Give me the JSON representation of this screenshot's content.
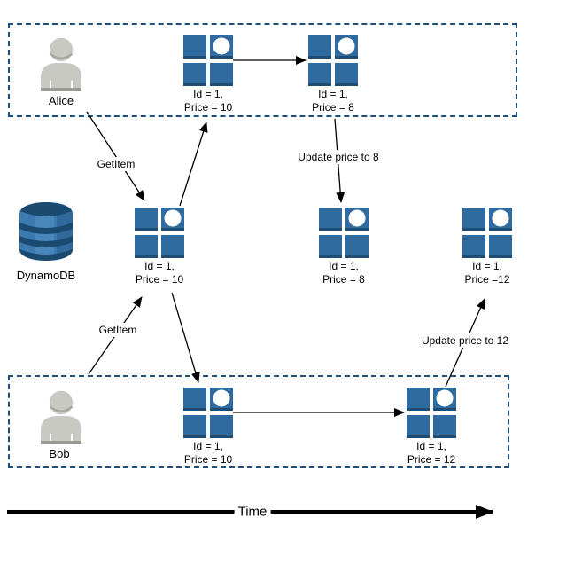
{
  "diagram": {
    "actors": {
      "alice": "Alice",
      "bob": "Bob",
      "db": "DynamoDB"
    },
    "labels": {
      "get_item_alice": "GetItem",
      "get_item_bob": "GetItem",
      "update8": "Update price to 8",
      "update12": "Update price to 12",
      "time": "Time"
    },
    "items": {
      "alice1": {
        "line1": "Id = 1,",
        "line2": "Price = 10"
      },
      "alice2": {
        "line1": "Id = 1,",
        "line2": "Price = 8"
      },
      "db1": {
        "line1": "Id = 1,",
        "line2": "Price = 10"
      },
      "db2": {
        "line1": "Id = 1,",
        "line2": "Price = 8"
      },
      "db3": {
        "line1": "Id = 1,",
        "line2": "Price =12"
      },
      "bob1": {
        "line1": "Id = 1,",
        "line2": "Price = 10"
      },
      "bob2": {
        "line1": "Id = 1,",
        "line2": "Price = 12"
      }
    },
    "colors": {
      "item_blue": "#2f6b9f",
      "item_blue_dark": "#1e4d73",
      "dashed_border": "#1f4e79",
      "person_gray": "#c9c9c3",
      "person_gray_dark": "#9b9b95",
      "db_blue": "#3b79ae",
      "db_blue_light": "#5b97c9",
      "db_blue_dark": "#1b4a70"
    }
  }
}
